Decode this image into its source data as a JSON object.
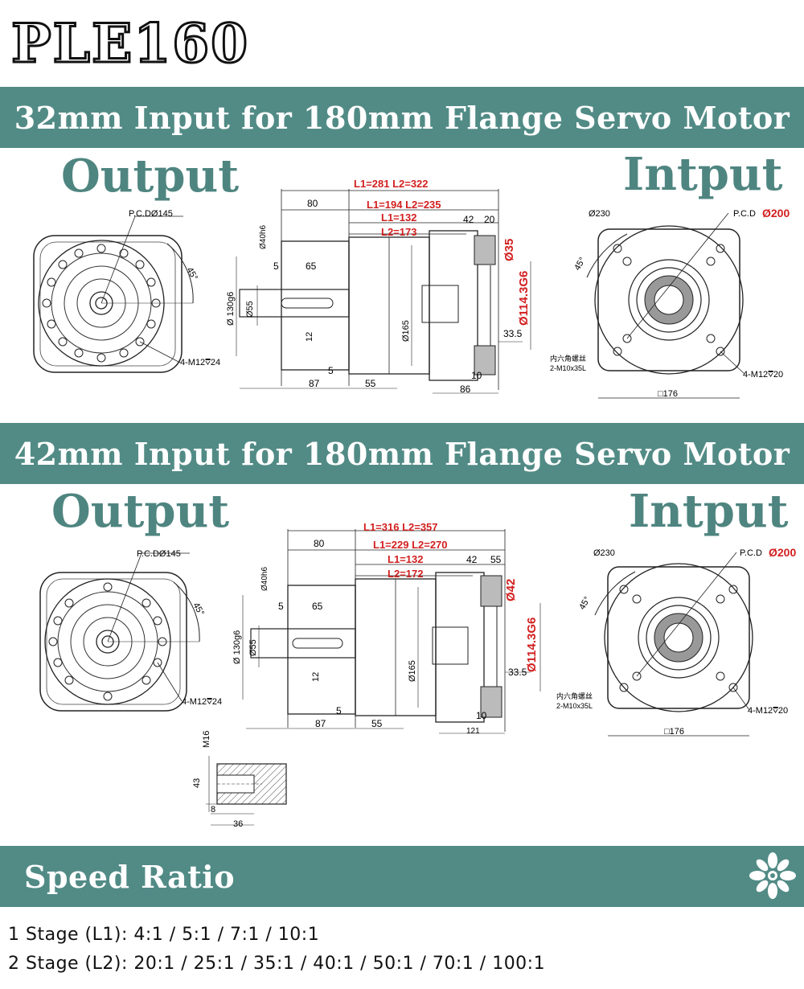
{
  "title": "PLE160",
  "section1": {
    "band": "32mm Input for 180mm Flange Servo Motor",
    "output_label": "Output",
    "input_label": "Intput",
    "output_dims": {
      "pcd": "P.C.DØ145",
      "angle": "45°",
      "thread": "4-M12⩢24"
    },
    "side_dims": {
      "l_total": "L1=281 L2=322",
      "l_mid": "L1=194 L2=235",
      "l1": "L1=132",
      "l2": "L2=173",
      "d80": "80",
      "d40": "Ø40h6",
      "d5": "5",
      "d65": "65",
      "d130": "Ø 130g6",
      "d55": "Ø55",
      "d12": "12",
      "d165": "Ø165",
      "d5b": "5",
      "d87": "87",
      "d55b": "55",
      "d42": "42",
      "d20": "20",
      "d35": "Ø35",
      "d114": "Ø114.3G6",
      "d33": "33.5",
      "d10": "10",
      "d86": "86"
    },
    "input_dims": {
      "d230": "Ø230",
      "pcd": "P.C.D",
      "pcd_val": "Ø200",
      "angle": "45°",
      "screw_cn": "内六角螺丝",
      "screw": "2-M10x35L",
      "thread": "4-M12⩢20",
      "sq": "□176"
    }
  },
  "section2": {
    "band": "42mm Input for 180mm Flange Servo Motor",
    "output_label": "Output",
    "input_label": "Intput",
    "output_dims": {
      "pcd": "P.C.DØ145",
      "angle": "45°",
      "thread": "4-M12⩢24"
    },
    "side_dims": {
      "l_total": "L1=316 L2=357",
      "l_mid": "L1=229 L2=270",
      "l1": "L1=132",
      "l2": "L2=172",
      "d80": "80",
      "d40": "Ø40h6",
      "d5": "5",
      "d65": "65",
      "d130": "Ø 130g6",
      "d55": "Ø55",
      "d12": "12",
      "d165": "Ø165",
      "d5b": "5",
      "d87": "87",
      "d55b": "55",
      "d42": "42",
      "d55c": "55",
      "d42r": "Ø42",
      "d114": "Ø114.3G6",
      "d33": "33.5",
      "d10": "10",
      "d121": "121"
    },
    "input_dims": {
      "d230": "Ø230",
      "pcd": "P.C.D",
      "pcd_val": "Ø200",
      "angle": "45°",
      "screw_cn": "内六角螺丝",
      "screw": "2-M10x35L",
      "thread": "4-M12⩢20",
      "sq": "□176"
    },
    "detail_dims": {
      "m16": "M16",
      "d43": "43",
      "d8": "8",
      "d36": "36"
    }
  },
  "speed": {
    "band": "Speed Ratio",
    "stage1": "1 Stage (L1): 4:1 / 5:1 / 7:1 / 10:1",
    "stage2": "2 Stage (L2): 20:1 / 25:1 / 35:1 / 40:1 / 50:1 / 70:1 / 100:1"
  },
  "colors": {
    "band": "#528b86",
    "label": "#4f8580",
    "red_dim": "#d21f1f"
  },
  "icons": [
    "flower-icon"
  ]
}
